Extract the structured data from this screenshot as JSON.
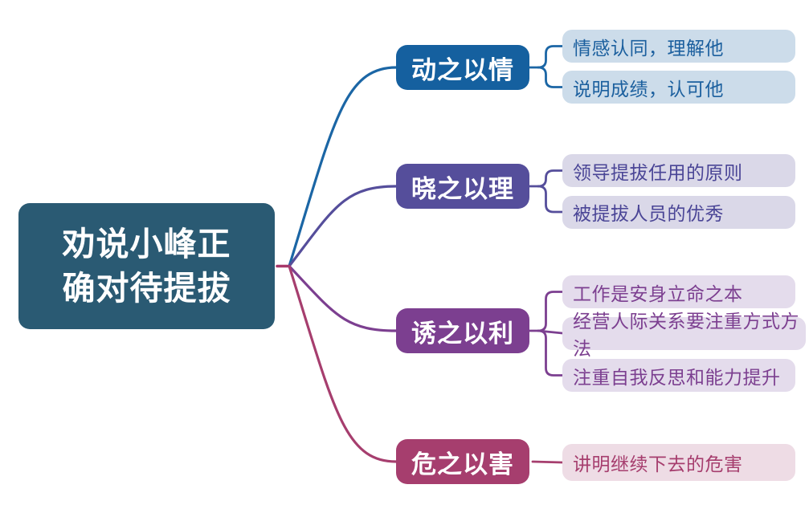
{
  "diagram": {
    "title": "劝说小峰正确对待提拔思维导图",
    "root": {
      "label": "劝说小峰正\n确对待提拔",
      "bg_color": "#2a5a73",
      "text_color": "#ffffff",
      "stub_color": "#a8386a"
    },
    "branches": [
      {
        "label": "动之以情",
        "bg_color": "#15609f",
        "line_color": "#1b66a5",
        "text_color": "#ffffff",
        "child_bg_color": "#ccdcea",
        "child_text_color": "#1b5f9e",
        "children": [
          "情感认同，理解他",
          "说明成绩，认可他"
        ]
      },
      {
        "label": "晓之以理",
        "bg_color": "#554e9b",
        "line_color": "#554e9b",
        "text_color": "#ffffff",
        "child_bg_color": "#dad8e8",
        "child_text_color": "#4a4596",
        "children": [
          "领导提拔任用的原则",
          "被提拔人员的优秀"
        ]
      },
      {
        "label": "诱之以利",
        "bg_color": "#7c3f90",
        "line_color": "#7c3f90",
        "text_color": "#ffffff",
        "child_bg_color": "#e4dcec",
        "child_text_color": "#7c3f90",
        "children": [
          "工作是安身立命之本",
          "经营人际关系要注重方式方法",
          "注重自我反思和能力提升"
        ]
      },
      {
        "label": "危之以害",
        "bg_color": "#a63e6e",
        "line_color": "#a63e6e",
        "text_color": "#ffffff",
        "child_bg_color": "#eedce5",
        "child_text_color": "#a63e6e",
        "children": [
          "讲明继续下去的危害"
        ]
      }
    ]
  }
}
